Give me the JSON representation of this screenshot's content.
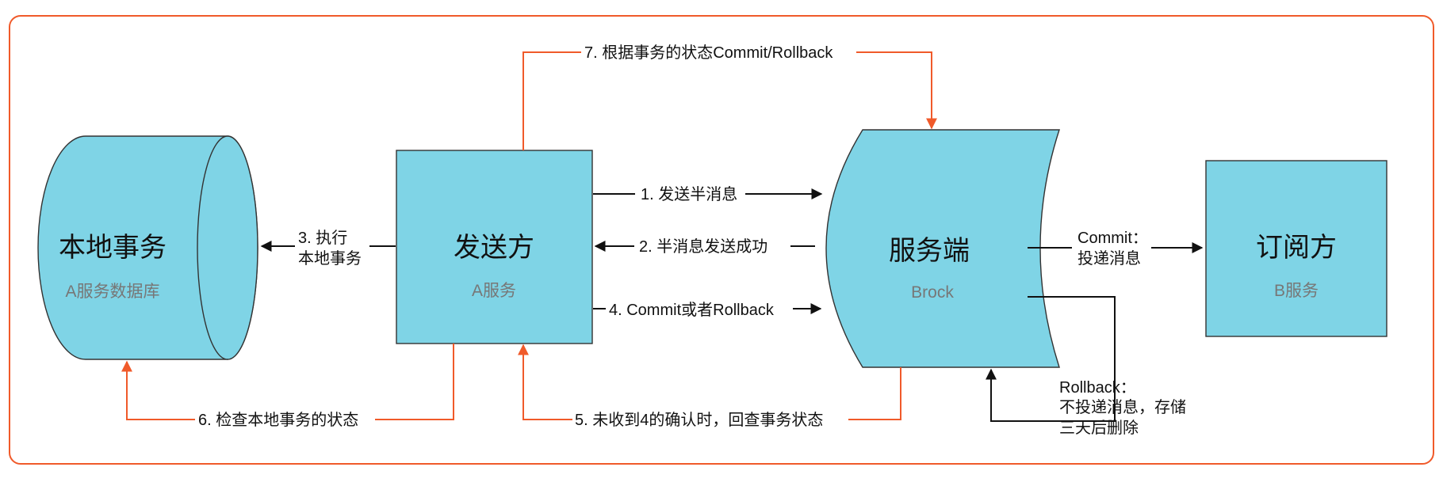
{
  "nodes": {
    "local": {
      "title": "本地事务",
      "subtitle": "A服务数据库"
    },
    "sender": {
      "title": "发送方",
      "subtitle": "A服务"
    },
    "server": {
      "title": "服务端",
      "subtitle": "Brock"
    },
    "subscriber": {
      "title": "订阅方",
      "subtitle": "B服务"
    }
  },
  "edges": {
    "e1": "1. 发送半消息",
    "e2": "2. 半消息发送成功",
    "e3_line1": "3. 执行",
    "e3_line2": "本地事务",
    "e4": "4. Commit或者Rollback",
    "e5": "5. 未收到4的确认时，回查事务状态",
    "e6": "6. 检查本地事务的状态",
    "e7": "7. 根据事务的状态Commit/Rollback",
    "commit_line1": "Commit：",
    "commit_line2": "投递消息",
    "rollback_line1": "Rollback：",
    "rollback_line2": "不投递消息，存储",
    "rollback_line3": "三天后删除"
  },
  "colors": {
    "node_fill": "#7fd4e6",
    "frame_border": "#f05a2a",
    "orange_arrow": "#f05a2a",
    "black_arrow": "#111111"
  }
}
